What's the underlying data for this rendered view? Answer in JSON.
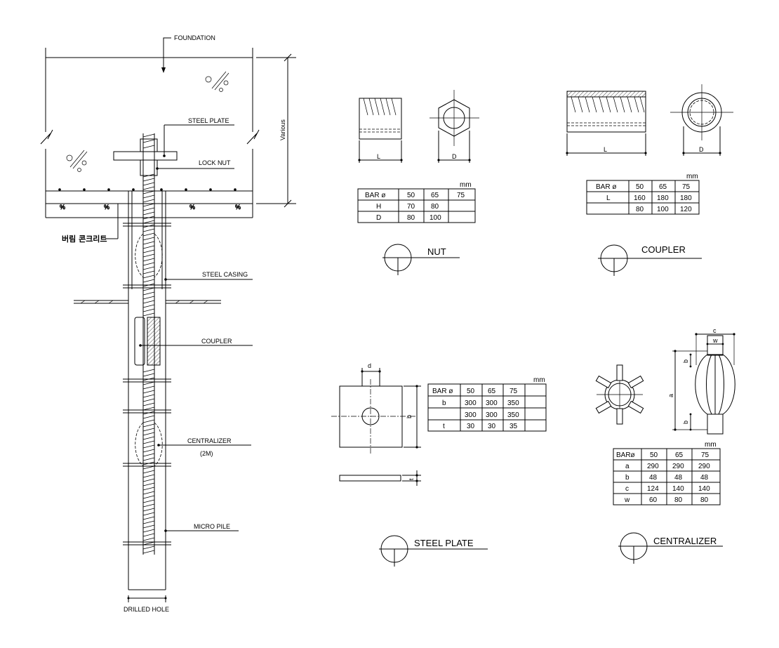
{
  "section": {
    "foundation": "FOUNDATION",
    "various": "Various",
    "steel_plate": "STEEL PLATE",
    "lock_nut": "LOCK NUT",
    "lean_concrete": "버림 콘크리트",
    "steel_casing": "STEEL CASING",
    "coupler": "COUPLER",
    "centralizer": "CENTRALIZER",
    "centralizer_spacing": "(2M)",
    "micro_pile": "MICRO PILE",
    "drilled_hole": "DRILLED HOLE"
  },
  "nut": {
    "title": "NUT",
    "dim_l": "L",
    "dim_d": "D",
    "unit": "mm",
    "headers": [
      "BAR ø",
      "50",
      "65",
      "75"
    ],
    "rows": [
      [
        "H",
        "70",
        "80",
        ""
      ],
      [
        "D",
        "80",
        "100",
        ""
      ]
    ]
  },
  "coupler": {
    "title": "COUPLER",
    "dim_l": "L",
    "dim_d": "D",
    "unit": "mm",
    "headers": [
      "BAR ø",
      "50",
      "65",
      "75"
    ],
    "rows": [
      [
        "L",
        "160",
        "180",
        "180"
      ],
      [
        "",
        "80",
        "100",
        "120"
      ]
    ]
  },
  "steel_plate": {
    "title": "STEEL PLATE",
    "dim_d": "d",
    "dim_b": "b",
    "dim_t": "t",
    "unit": "mm",
    "headers": [
      "BAR ø",
      "50",
      "65",
      "75",
      ""
    ],
    "rows": [
      [
        "b",
        "300",
        "300",
        "350",
        ""
      ],
      [
        "",
        "300",
        "300",
        "350",
        ""
      ],
      [
        "t",
        "30",
        "30",
        "35",
        ""
      ]
    ]
  },
  "centralizer": {
    "title": "CENTRALIZER",
    "dim_a": "a",
    "dim_b": "b",
    "dim_c": "c",
    "dim_w": "w",
    "unit": "mm",
    "headers": [
      "BARø",
      "50",
      "65",
      "75"
    ],
    "rows": [
      [
        "a",
        "290",
        "290",
        "290"
      ],
      [
        "b",
        "48",
        "48",
        "48"
      ],
      [
        "c",
        "124",
        "140",
        "140"
      ],
      [
        "w",
        "60",
        "80",
        "80"
      ]
    ]
  }
}
